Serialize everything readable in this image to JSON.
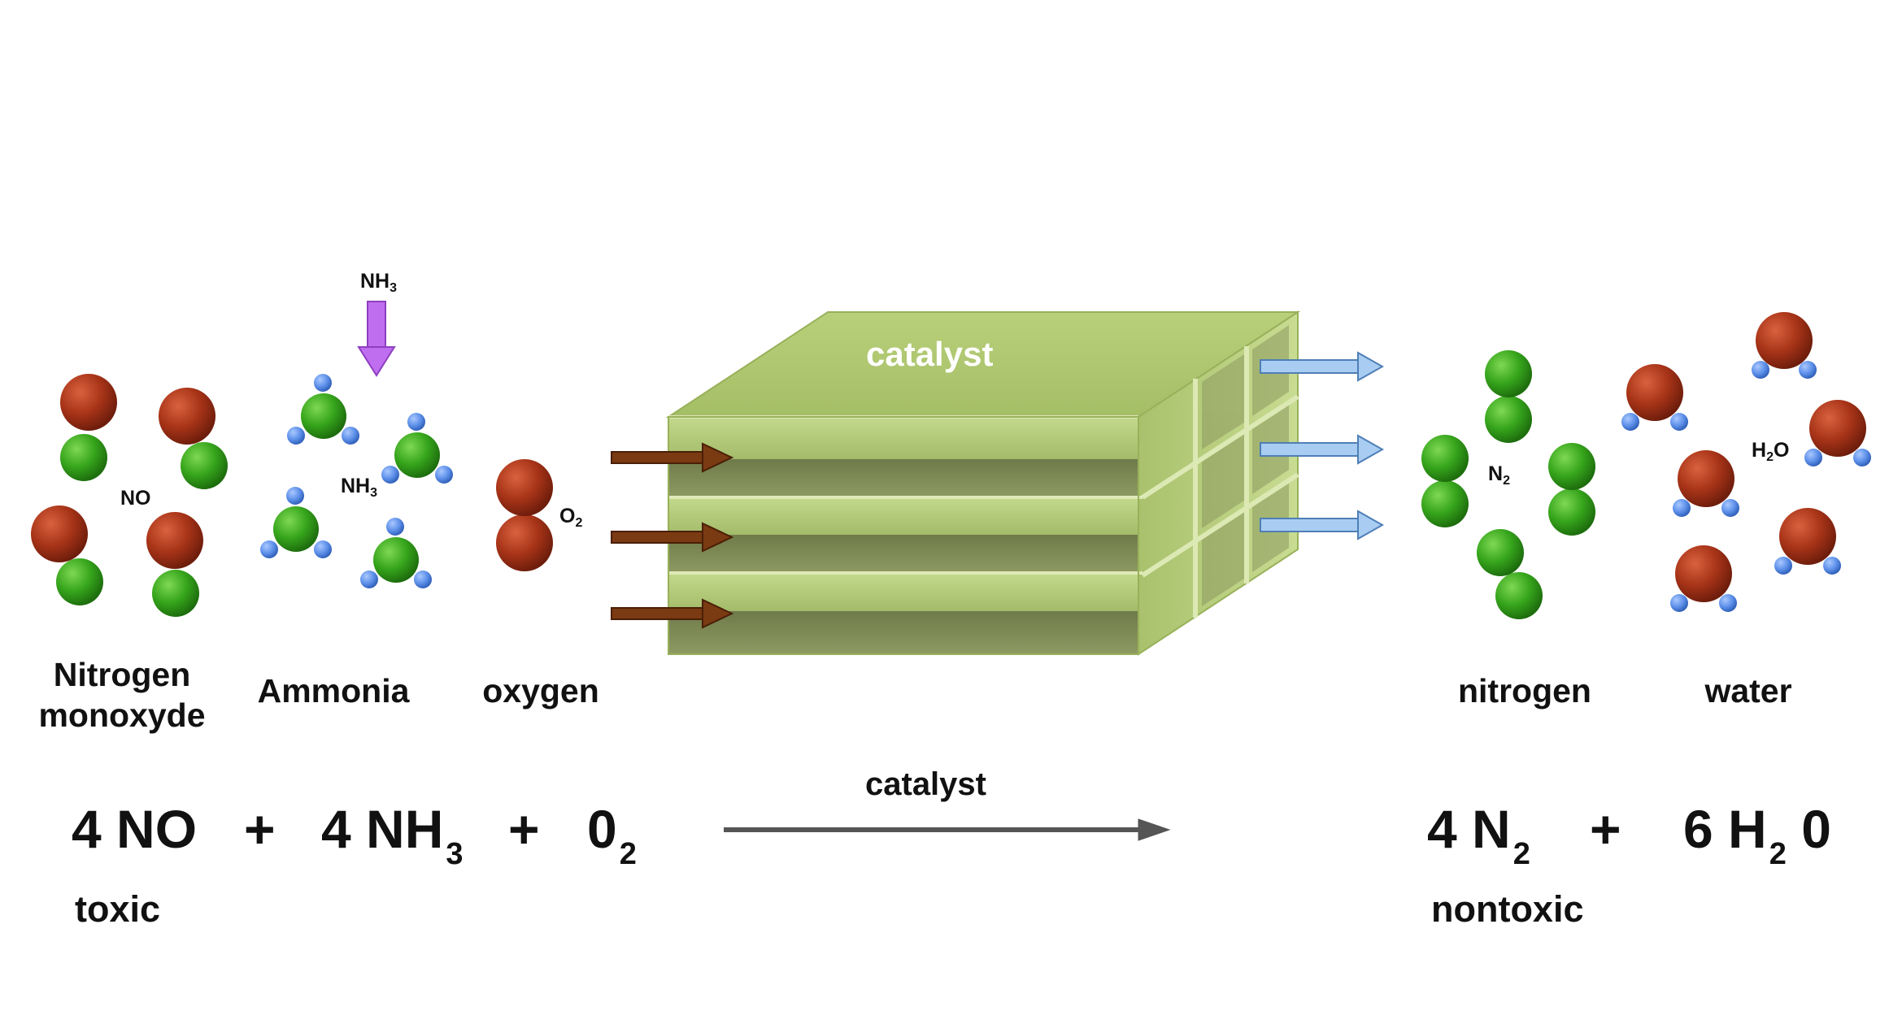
{
  "colors": {
    "oxygen_atom": "#a83418",
    "nitrogen_atom": "#36a51c",
    "hydrogen_atom": "#5b8ee8",
    "catalyst": "#b6cc79",
    "inflow_arrow": "#7a3a12",
    "outflow_arrow": "#a9cdf2",
    "reactor_arrow": "#bf6ef0",
    "reaction_arrow": "#555555"
  },
  "molecules": {
    "no_label": "NO",
    "nh3_label": {
      "main": "NH",
      "sub": "3"
    },
    "nh3_input_label": {
      "main": "NH",
      "sub": "3"
    },
    "o2_label": {
      "main": "O",
      "sub": "2"
    },
    "n2_label": {
      "main": "N",
      "sub": "2"
    },
    "h2o_label": {
      "pre": "H",
      "sub": "2",
      "post": "O"
    }
  },
  "labels": {
    "no_name_line1": "Nitrogen",
    "no_name_line2": "monoxyde",
    "ammonia": "Ammonia",
    "oxygen": "oxygen",
    "nitrogen": "nitrogen",
    "water": "water",
    "catalyst_block": "catalyst",
    "catalyst_arrow": "catalyst"
  },
  "equation": {
    "reactants": [
      {
        "text": "4 NO",
        "sub": ""
      },
      {
        "text": "+",
        "sub": ""
      },
      {
        "text": "4 NH",
        "sub": "3"
      },
      {
        "text": "+",
        "sub": ""
      },
      {
        "text": "0",
        "sub": "2"
      }
    ],
    "products": [
      {
        "text": "4 N",
        "sub": "2"
      },
      {
        "text": "+",
        "sub": ""
      },
      {
        "text": "6 H",
        "sub": "2",
        "post": " 0"
      }
    ],
    "reactants_note": "toxic",
    "products_note": "nontoxic"
  }
}
